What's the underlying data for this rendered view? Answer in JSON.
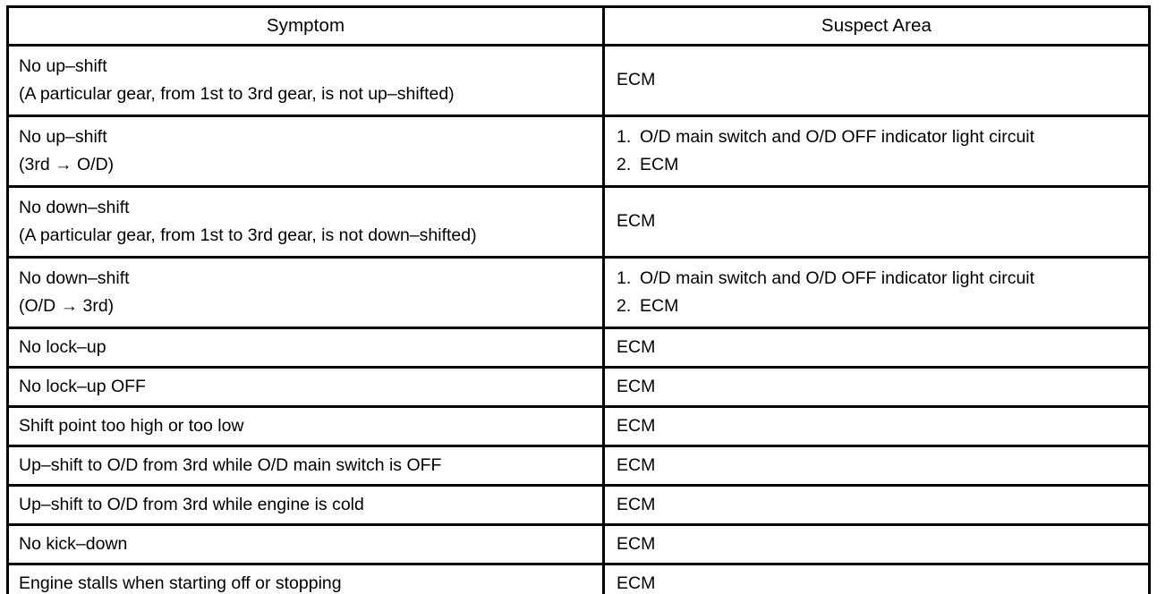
{
  "table": {
    "headers": {
      "symptom": "Symptom",
      "suspect_area": "Suspect Area"
    },
    "rows": [
      {
        "symptom_lines": [
          "No up–shift",
          "(A particular gear, from 1st to 3rd gear, is not up–shifted)"
        ],
        "suspect_lines": [
          "ECM"
        ],
        "numbered": false
      },
      {
        "symptom_lines": [
          "No up–shift",
          "(3rd → O/D)"
        ],
        "suspect_lines": [
          "O/D main switch and O/D OFF indicator light circuit",
          "ECM"
        ],
        "numbered": true,
        "numbers": [
          "1.",
          "2."
        ]
      },
      {
        "symptom_lines": [
          "No down–shift",
          "(A particular gear, from 1st to 3rd gear, is not down–shifted)"
        ],
        "suspect_lines": [
          "ECM"
        ],
        "numbered": false
      },
      {
        "symptom_lines": [
          "No down–shift",
          "(O/D → 3rd)"
        ],
        "suspect_lines": [
          "O/D main switch and O/D OFF indicator light circuit",
          "ECM"
        ],
        "numbered": true,
        "numbers": [
          "1.",
          "2."
        ]
      },
      {
        "symptom_lines": [
          "No lock–up"
        ],
        "suspect_lines": [
          "ECM"
        ],
        "numbered": false
      },
      {
        "symptom_lines": [
          "No lock–up OFF"
        ],
        "suspect_lines": [
          "ECM"
        ],
        "numbered": false
      },
      {
        "symptom_lines": [
          "Shift point too high or too low"
        ],
        "suspect_lines": [
          "ECM"
        ],
        "numbered": false
      },
      {
        "symptom_lines": [
          "Up–shift to O/D from 3rd while O/D main switch is OFF"
        ],
        "suspect_lines": [
          "ECM"
        ],
        "numbered": false
      },
      {
        "symptom_lines": [
          "Up–shift to O/D from 3rd while engine is cold"
        ],
        "suspect_lines": [
          "ECM"
        ],
        "numbered": false
      },
      {
        "symptom_lines": [
          "No kick–down"
        ],
        "suspect_lines": [
          "ECM"
        ],
        "numbered": false
      },
      {
        "symptom_lines": [
          "Engine stalls when starting off or stopping"
        ],
        "suspect_lines": [
          "ECM"
        ],
        "numbered": false
      }
    ]
  },
  "colors": {
    "border": "#000000",
    "text": "#000000",
    "background": "#ffffff"
  }
}
